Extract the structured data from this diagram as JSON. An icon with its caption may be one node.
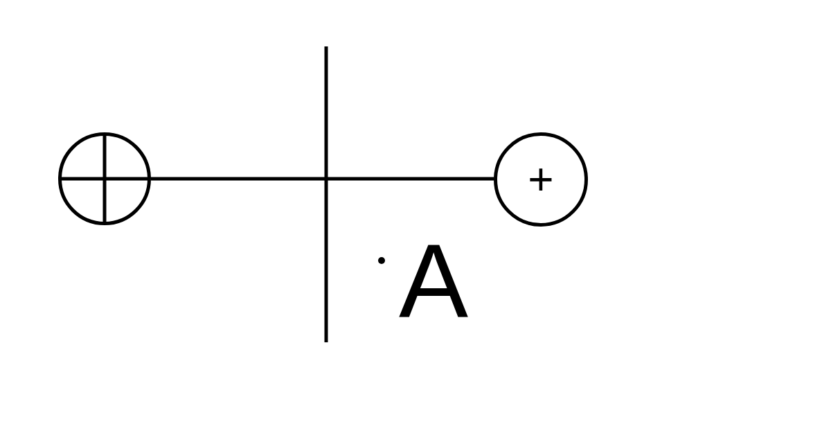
{
  "diagram": {
    "nodes": [
      {
        "text": [],
        "shape": "circle"
      },
      {
        "text": [
          "+"
        ]
      }
    ],
    "edges": [
      {
        "from": 0,
        "to": 1,
        "arrow": "none"
      }
    ],
    "labels": [
      "A"
    ]
  }
}
